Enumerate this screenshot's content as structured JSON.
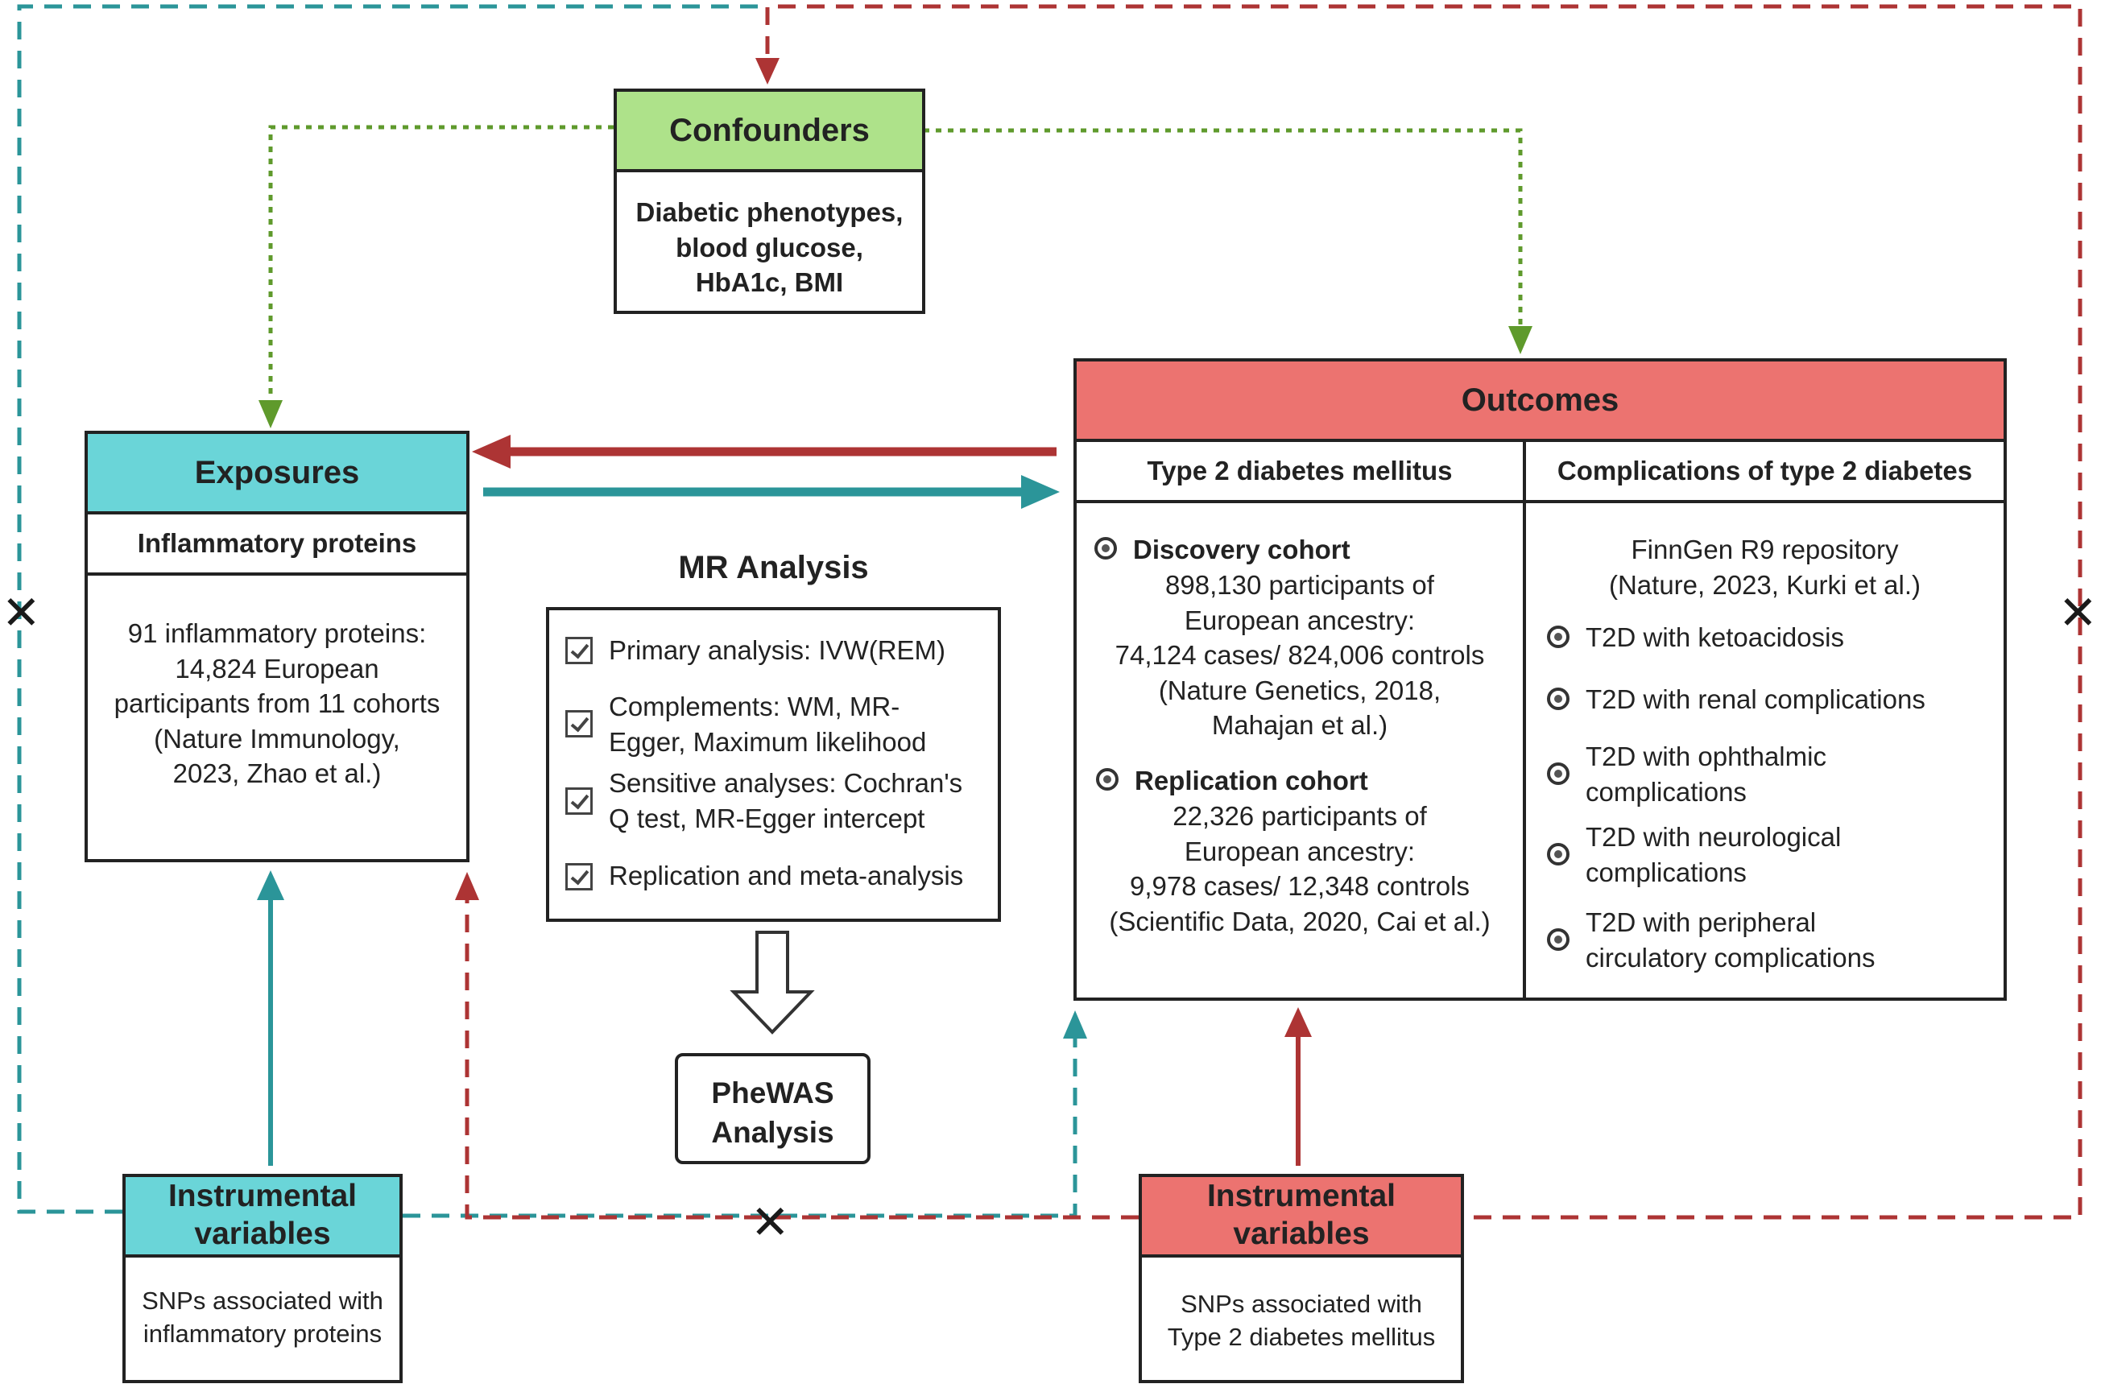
{
  "colors": {
    "teal": "#6ad5d8",
    "teal_line": "#2b9599",
    "red": "#ec7370",
    "red_line": "#ad3434",
    "green": "#aee28a",
    "green_line": "#5f9a2c"
  },
  "confounders": {
    "title": "Confounders",
    "body": [
      "Diabetic phenotypes,",
      "blood glucose,",
      "HbA1c, BMI"
    ]
  },
  "exposures": {
    "title": "Exposures",
    "subtitle": "Inflammatory proteins",
    "body": [
      "91 inflammatory proteins:",
      "14,824 European",
      "participants from 11 cohorts",
      "(Nature Immunology,",
      "2023, Zhao et al.)"
    ]
  },
  "mr_analysis": {
    "title": "MR Analysis",
    "items": [
      [
        "Primary analysis: IVW(REM)"
      ],
      [
        "Complements: WM, MR-",
        "Egger, Maximum likelihood"
      ],
      [
        "Sensitive analyses: Cochran's",
        "Q test, MR-Egger intercept"
      ],
      [
        "Replication and meta-analysis"
      ]
    ]
  },
  "phewas": {
    "lines": [
      "PheWAS",
      "Analysis"
    ]
  },
  "outcomes": {
    "title": "Outcomes",
    "t2d": {
      "title": "Type 2 diabetes mellitus",
      "discovery_label": "Discovery cohort",
      "discovery_body": [
        "898,130 participants of",
        "European ancestry:",
        "74,124 cases/ 824,006 controls",
        "(Nature Genetics, 2018,",
        "Mahajan et al.)"
      ],
      "replication_label": "Replication cohort",
      "replication_body": [
        "22,326 participants of",
        "European ancestry:",
        "9,978 cases/ 12,348 controls",
        "(Scientific Data, 2020, Cai et al.)"
      ]
    },
    "complications": {
      "title": "Complications of type 2 diabetes",
      "source": [
        "FinnGen R9 repository",
        "(Nature, 2023, Kurki et al.)"
      ],
      "items": [
        [
          "T2D with ketoacidosis"
        ],
        [
          "T2D with renal complications"
        ],
        [
          "T2D with ophthalmic",
          "complications"
        ],
        [
          "T2D with neurological",
          "complications"
        ],
        [
          "T2D with peripheral",
          "circulatory complications"
        ]
      ]
    }
  },
  "iv_left": {
    "title": [
      "Instrumental",
      "variables"
    ],
    "body": [
      "SNPs associated with",
      "inflammatory proteins"
    ]
  },
  "iv_right": {
    "title": [
      "Instrumental",
      "variables"
    ],
    "body": [
      "SNPs associated with",
      "Type 2 diabetes mellitus"
    ]
  },
  "x_glyph": "✕"
}
